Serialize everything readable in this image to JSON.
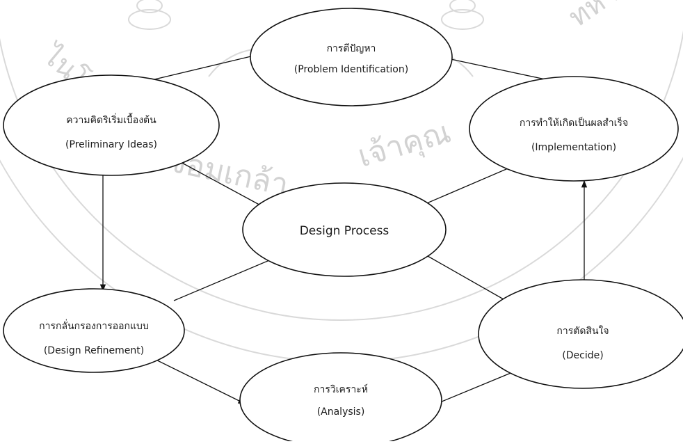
{
  "diagram": {
    "center": {
      "label": "Design Process"
    },
    "nodes": {
      "problem": {
        "thai": "การตีปัญหา",
        "english": "(Problem Identification)"
      },
      "preliminary": {
        "thai": "ความคิดริเริ่มเบื้องต้น",
        "english": "(Preliminary Ideas)"
      },
      "implementation": {
        "thai": "การทำให้เกิดเป็นผลสำเร็จ",
        "english": "(Implementation)"
      },
      "refinement": {
        "thai": "การกลั่นกรองการออกแบบ",
        "english": "(Design Refinement)"
      },
      "decide": {
        "thai": "การตัดสินใจ",
        "english": "(Decide)"
      },
      "analysis": {
        "thai": "การวิเคราะห์",
        "english": "(Analysis)"
      }
    }
  },
  "watermark": {
    "text": "จอมเกล้าเจ้าคุณทหาร",
    "color": "#d2d2d2"
  },
  "colors": {
    "stroke": "#111111",
    "background": "#ffffff"
  }
}
